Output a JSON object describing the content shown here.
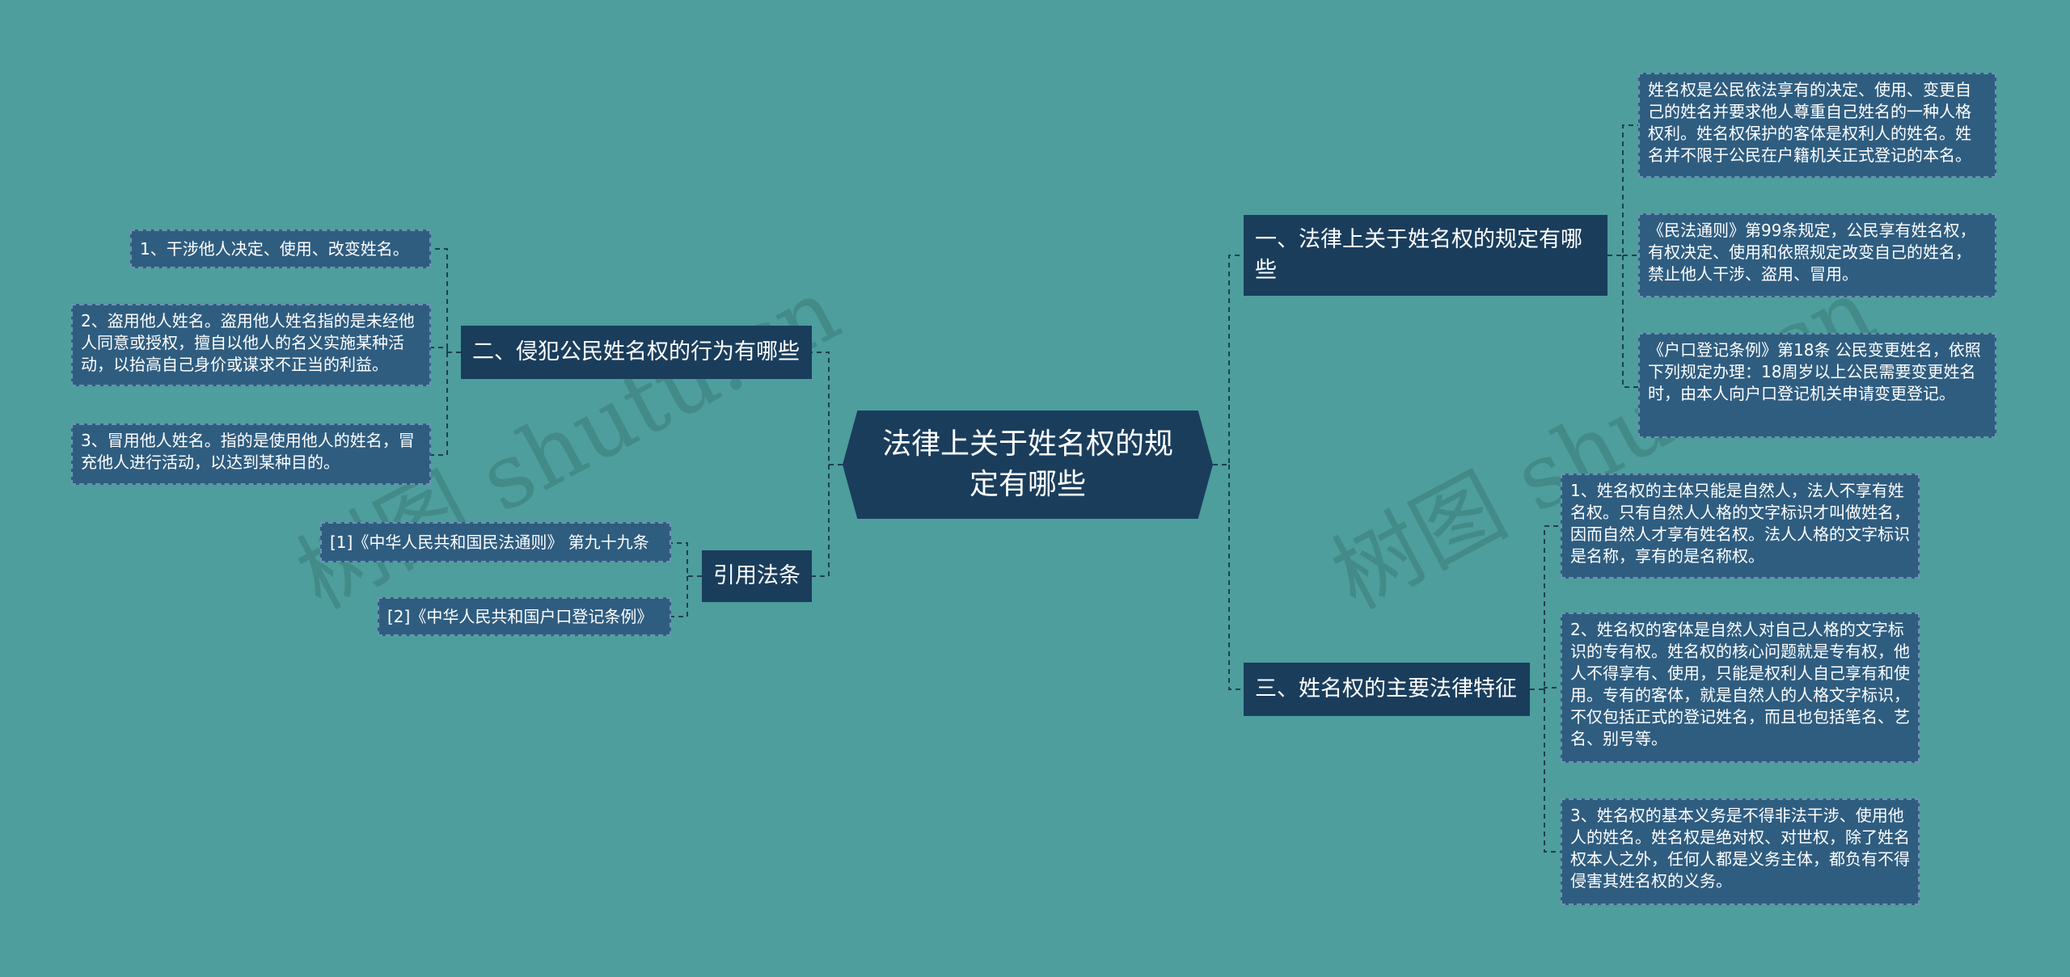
{
  "root": {
    "title": "法律上关于姓名权的规定有哪些"
  },
  "left": {
    "branch1": {
      "label": "二、侵犯公民姓名权的行为有哪些",
      "items": [
        "1、干涉他人决定、使用、改变姓名。",
        "2、盗用他人姓名。盗用他人姓名指的是未经他人同意或授权，擅自以他人的名义实施某种活动，以抬高自己身价或谋求不正当的利益。",
        "3、冒用他人姓名。指的是使用他人的姓名，冒充他人进行活动，以达到某种目的。"
      ]
    },
    "branch2": {
      "label": "引用法条",
      "items": [
        "[1]《中华人民共和国民法通则》 第九十九条",
        "[2]《中华人民共和国户口登记条例》"
      ]
    }
  },
  "right": {
    "branch1": {
      "label": "一、法律上关于姓名权的规定有哪些",
      "items": [
        "姓名权是公民依法享有的决定、使用、变更自己的姓名并要求他人尊重自己姓名的一种人格权利。姓名权保护的客体是权利人的姓名。姓名并不限于公民在户籍机关正式登记的本名。",
        "《民法通则》第99条规定，公民享有姓名权，有权决定、使用和依照规定改变自己的姓名，禁止他人干涉、盗用、冒用。",
        "《户口登记条例》第18条 公民变更姓名，依照下列规定办理：18周岁以上公民需要变更姓名时，由本人向户口登记机关申请变更登记。"
      ]
    },
    "branch2": {
      "label": "三、姓名权的主要法律特征",
      "items": [
        "1、姓名权的主体只能是自然人，法人不享有姓名权。只有自然人人格的文字标识才叫做姓名，因而自然人才享有姓名权。法人人格的文字标识是名称，享有的是名称权。",
        "2、姓名权的客体是自然人对自己人格的文字标识的专有权。姓名权的核心问题就是专有权，他人不得享有、使用，只能是权利人自己享有和使用。专有的客体，就是自然人的人格文字标识，不仅包括正式的登记姓名，而且也包括笔名、艺名、别号等。",
        "3、姓名权的基本义务是不得非法干涉、使用他人的姓名。姓名权是绝对权、对世权，除了姓名权本人之外，任何人都是义务主体，都负有不得侵害其姓名权的义务。"
      ]
    }
  },
  "watermark": {
    "left": "树图 shutu.cn",
    "right": "树图 shutu.cn"
  },
  "colors": {
    "background": "#4d9e9c",
    "node_dark": "#1a3d5c",
    "leaf": "#2f5d80",
    "connector": "#1f3f4f"
  }
}
